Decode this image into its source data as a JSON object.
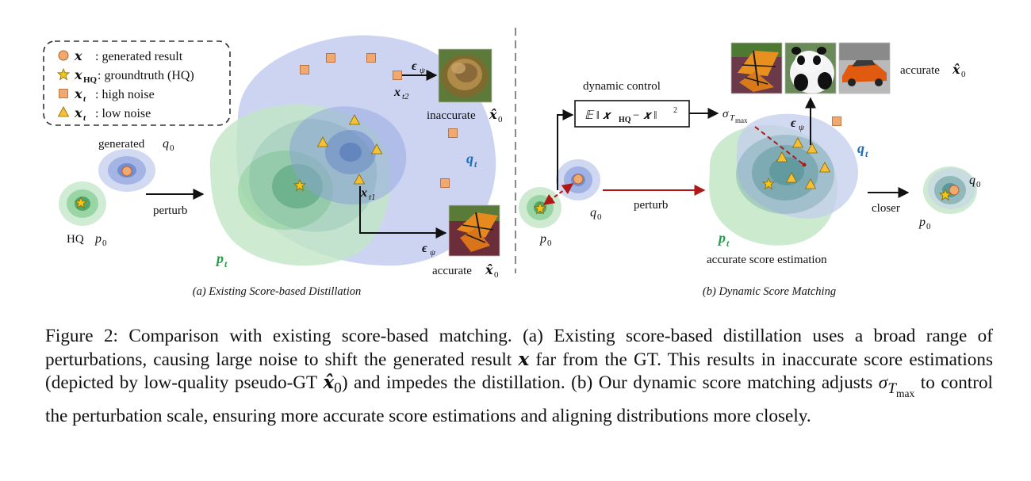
{
  "legend": {
    "items": [
      {
        "symbol": "𝒙",
        "sub": "",
        "text": ": generated result"
      },
      {
        "symbol": "𝒙",
        "sub": "HQ",
        "text": ": groundtruth (HQ)"
      },
      {
        "symbol": "𝒙",
        "sub": "t",
        "text": ": high noise"
      },
      {
        "symbol": "𝒙",
        "sub": "t",
        "text": ": low noise"
      }
    ]
  },
  "panel_a": {
    "generated_label": "generated",
    "q0_label": "q",
    "q0_sub": "0",
    "hq_label": "HQ",
    "p0_label": "p",
    "p0_sub": "0",
    "perturb_label": "perturb",
    "pt_label": "p",
    "pt_sub": "t",
    "qt_label": "q",
    "qt_sub": "t",
    "xt2_label": "x",
    "xt2_sub": "t2",
    "xt1_label": "x",
    "xt1_sub": "t1",
    "eps_top": "ϵ",
    "eps_top_sub": "ψ",
    "eps_bottom": "ϵ",
    "eps_bottom_sub": "ψ",
    "inaccurate_label": "inaccurate",
    "accurate_label": "accurate",
    "xhat": "𝒙̂",
    "xhat_sub": "0",
    "title": "(a) Existing Score-based Distillation"
  },
  "panel_b": {
    "dynamic_control_label": "dynamic control",
    "expectation_formula": "𝔼 ‖ 𝒙",
    "expectation_sub": "HQ",
    "expectation_rest": " − 𝒙 ‖",
    "expectation_sup": "2",
    "sigma_label": "σ",
    "sigma_sub": "T",
    "sigma_subsub": "max",
    "eps_label": "ϵ",
    "eps_sub": "ψ",
    "accurate_label": "accurate",
    "xhat": "𝒙̂",
    "xhat_sub": "0",
    "p0_label": "p",
    "p0_sub": "0",
    "q0_label": "q",
    "q0_sub": "0",
    "perturb_label": "perturb",
    "qt_label": "q",
    "qt_sub": "t",
    "pt_label": "p",
    "pt_sub": "t",
    "accurate_score_label": "accurate score estimation",
    "closer_label": "closer",
    "right_q0": "q",
    "right_q0_sub": "0",
    "right_p0": "p",
    "right_p0_sub": "0",
    "title": "(b) Dynamic Score Matching"
  },
  "caption": {
    "prefix": "Figure 2: Comparison with existing score-based matching. (a) Existing score-based distillation uses a broad range of perturbations, causing large noise to shift the generated result ",
    "x_symbol": "𝒙",
    "mid1": " far from the GT. This results in inaccurate score estimations (depicted by low-quality pseudo-GT ",
    "xhat_symbol": "𝒙̂",
    "xhat_sub": "0",
    "mid2": ") and impedes the distillation. (b) Our dynamic score matching adjusts ",
    "sigma_symbol": "σ",
    "sigma_sub": "T",
    "sigma_subsub": "max",
    "suffix": " to control the perturbation scale, ensuring more accurate score estimations and aligning distributions more closely."
  },
  "colors": {
    "blue_blob": "#9fb1e0",
    "green_blob": "#9fd4a6",
    "teal_overlap": "#4e8f93",
    "marker_orange": "#f2a96f",
    "marker_star": "#f5c518",
    "marker_triangle": "#f5c035",
    "arrow_red": "#b01818",
    "qt_blue": "#1f6fb8",
    "pt_green": "#22a04a"
  },
  "icons": [
    "circle-marker-icon",
    "star-marker-icon",
    "square-marker-icon",
    "triangle-marker-icon",
    "butterfly-image",
    "flower-image",
    "panda-image",
    "car-image"
  ]
}
